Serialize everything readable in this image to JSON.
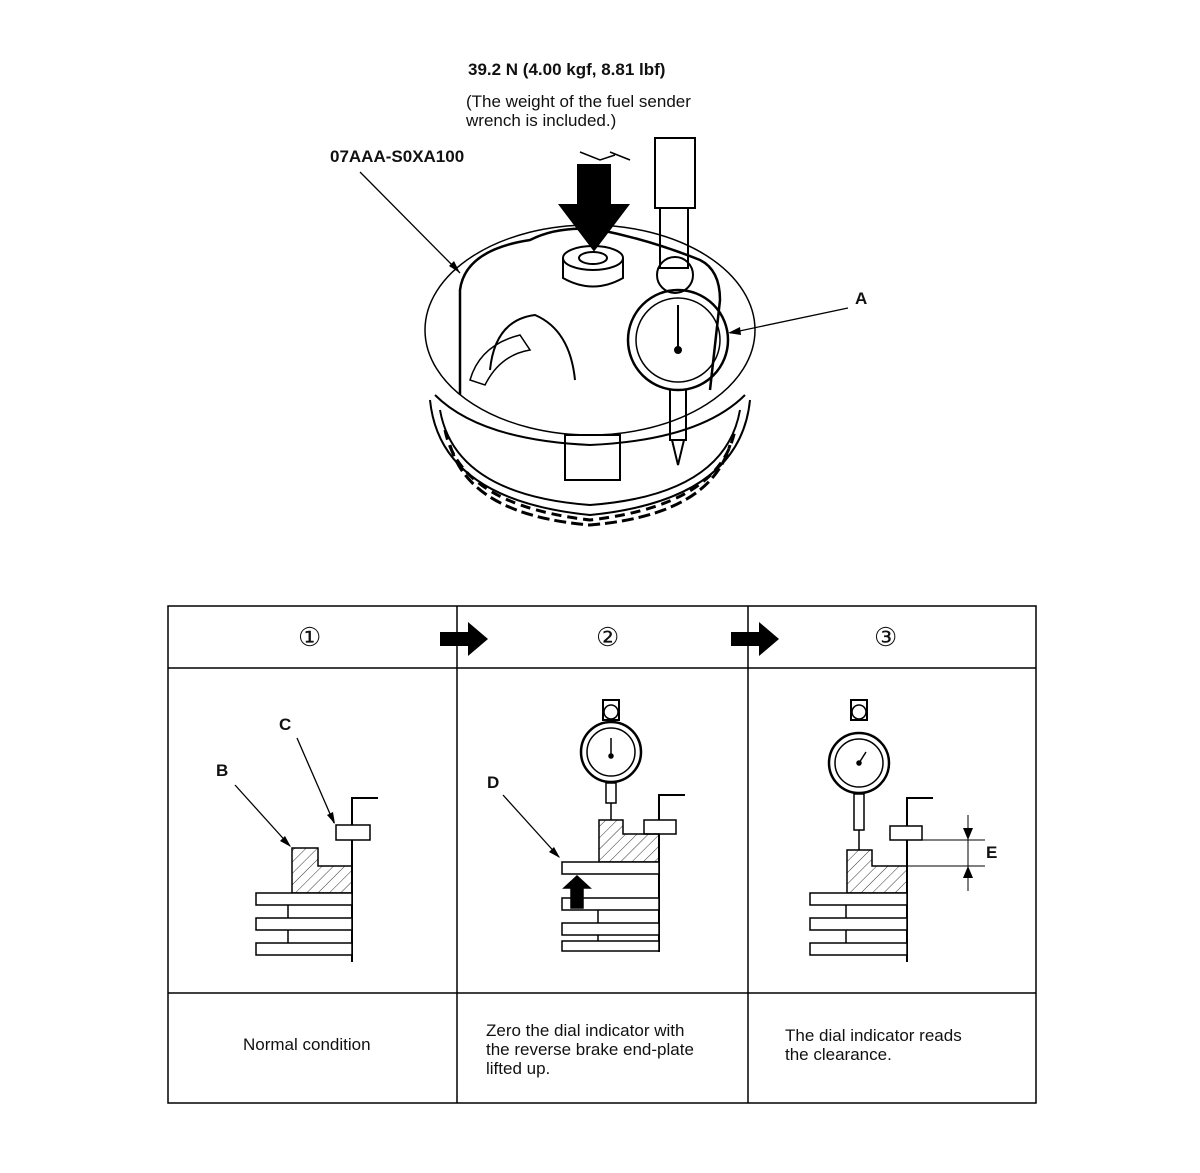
{
  "top": {
    "force_spec": "39.2 N (4.00 kgf, 8.81 lbf)",
    "note_line1": "(The weight of the fuel sender",
    "note_line2": "wrench is included.)",
    "tool_number": "07AAA-S0XA100",
    "callout_a": "A"
  },
  "table": {
    "steps": [
      {
        "number": "①",
        "caption": "Normal condition"
      },
      {
        "number": "②",
        "caption_lines": [
          "Zero the dial indicator with",
          "the reverse brake end-plate",
          "lifted up."
        ]
      },
      {
        "number": "③",
        "caption_lines": [
          "The dial indicator reads",
          "the clearance."
        ]
      }
    ],
    "callouts": {
      "b": "B",
      "c": "C",
      "d": "D",
      "e": "E"
    }
  }
}
